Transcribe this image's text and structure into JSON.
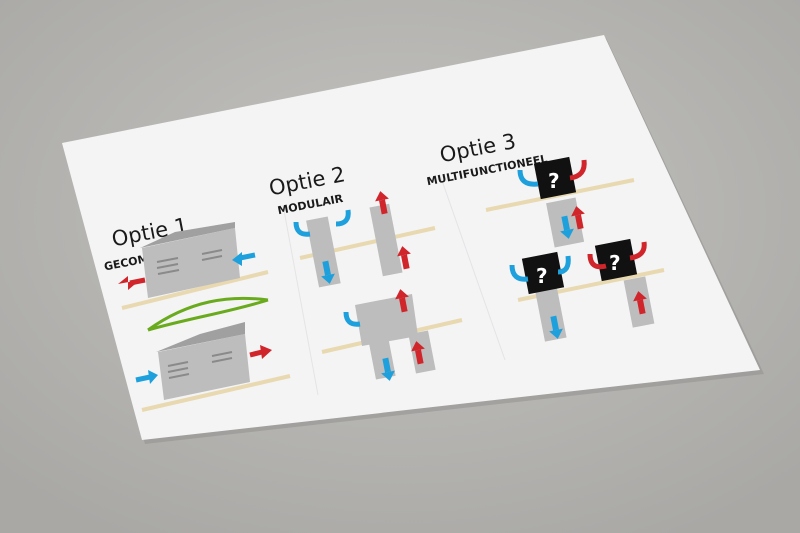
{
  "options": [
    {
      "title": "Optie 1",
      "subtitle": "GECOMBINEERD"
    },
    {
      "title": "Optie 2",
      "subtitle": "MODULAIR"
    },
    {
      "title": "Optie 3",
      "subtitle": "MULTIFUNCTIONEEL"
    }
  ],
  "unknown_unit_symbol": "?",
  "colors": {
    "supply": "#1ea0dc",
    "exhaust": "#d0252a",
    "recovery": "#6aab1e",
    "floor": "#e8d9b0",
    "unit": "#bdbdbd",
    "black_box": "#111111"
  }
}
